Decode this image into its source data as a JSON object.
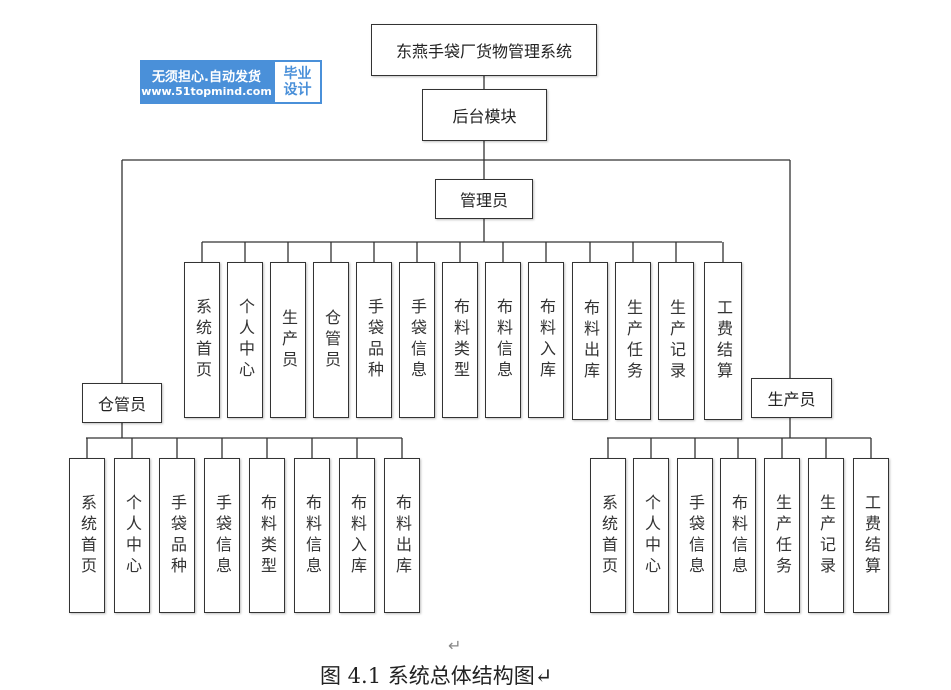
{
  "root": "东燕手袋厂货物管理系统",
  "backend": "后台模块",
  "admin": {
    "label": "管理员",
    "items": [
      "系统首页",
      "个人中心",
      "生产员",
      "仓管员",
      "手袋品种",
      "手袋信息",
      "布料类型",
      "布料信息",
      "布料入库",
      "布料出库",
      "生产任务",
      "生产记录",
      "工费结算"
    ]
  },
  "warehouse": {
    "label": "仓管员",
    "items": [
      "系统首页",
      "个人中心",
      "手袋品种",
      "手袋信息",
      "布料类型",
      "布料信息",
      "布料入库",
      "布料出库"
    ]
  },
  "producer": {
    "label": "生产员",
    "items": [
      "系统首页",
      "个人中心",
      "手袋信息",
      "布料信息",
      "生产任务",
      "生产记录",
      "工费结算"
    ]
  },
  "watermark": {
    "line1": "无须担心.自动发货",
    "line2": "www.51topmind.com",
    "badge1": "毕业",
    "badge2": "设计"
  },
  "pilcrow": "↵",
  "caption": "图 4.1   系统总体结构图↵"
}
